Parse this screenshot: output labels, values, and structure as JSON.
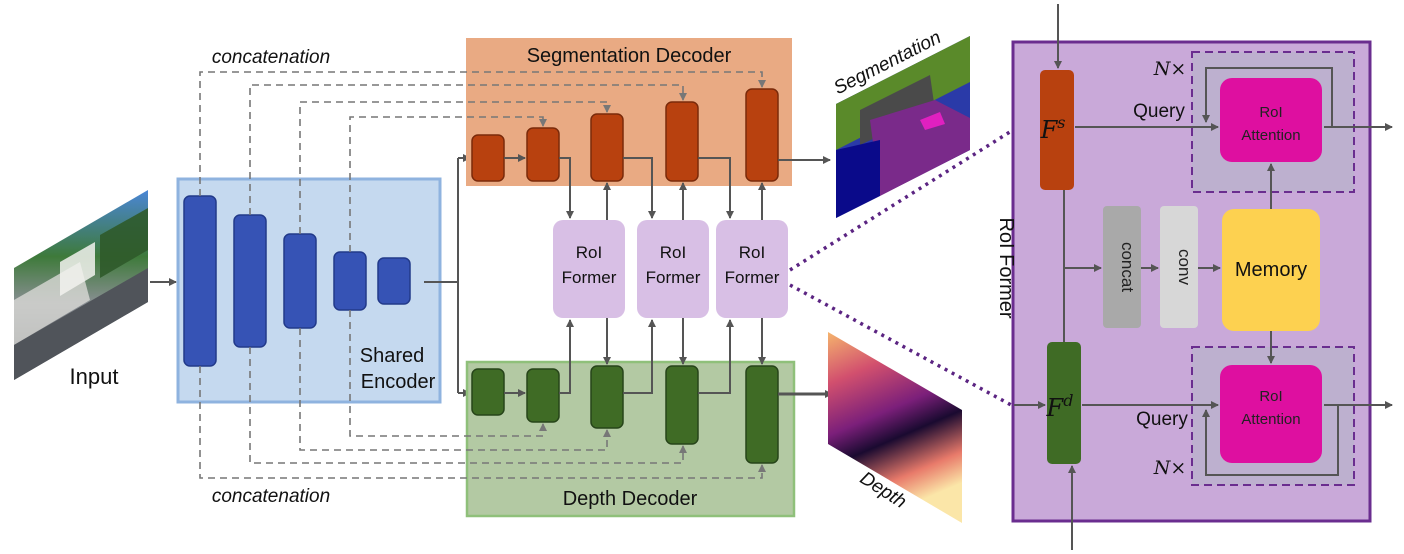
{
  "labels": {
    "input": "Input",
    "shared_encoder_line1": "Shared",
    "shared_encoder_line2": "Encoder",
    "segmentation_decoder": "Segmentation Decoder",
    "depth_decoder": "Depth Decoder",
    "concatenation_top": "concatenation",
    "concatenation_bottom": "concatenation",
    "segmentation_output": "Segmentation",
    "depth_output": "Depth",
    "roi_former_line1": "RoI",
    "roi_former_line2": "Former",
    "roi_former_panel": "RoI Former",
    "fs_base": "F",
    "fs_sup": "s",
    "fd_base": "F",
    "fd_sup": "d",
    "query_top": "Query",
    "query_bottom": "Query",
    "n_times_top": "N×",
    "n_times_bottom": "N×",
    "roi_attention_line1": "RoI",
    "roi_attention_line2": "Attention",
    "concat": "concat",
    "conv": "conv",
    "memory": "Memory"
  },
  "colors": {
    "encoder_bg": "#c5d9ef",
    "encoder_border": "#8fb3df",
    "encoder_block": "#3653b5",
    "seg_bg": "#e9aa83",
    "seg_block": "#b8410f",
    "depth_bg": "#b3c9a3",
    "depth_border": "#8fc07a",
    "depth_block": "#3f6b25",
    "roi_former": "#d8bfe5",
    "panel_bg": "#c9a9d9",
    "panel_border": "#6a2d8f",
    "roi_attention": "#de0fa0",
    "memory": "#fdd150",
    "concat": "#a9a9a9",
    "conv": "#d7d7d7"
  },
  "icons": [
    "arrow-icon"
  ]
}
